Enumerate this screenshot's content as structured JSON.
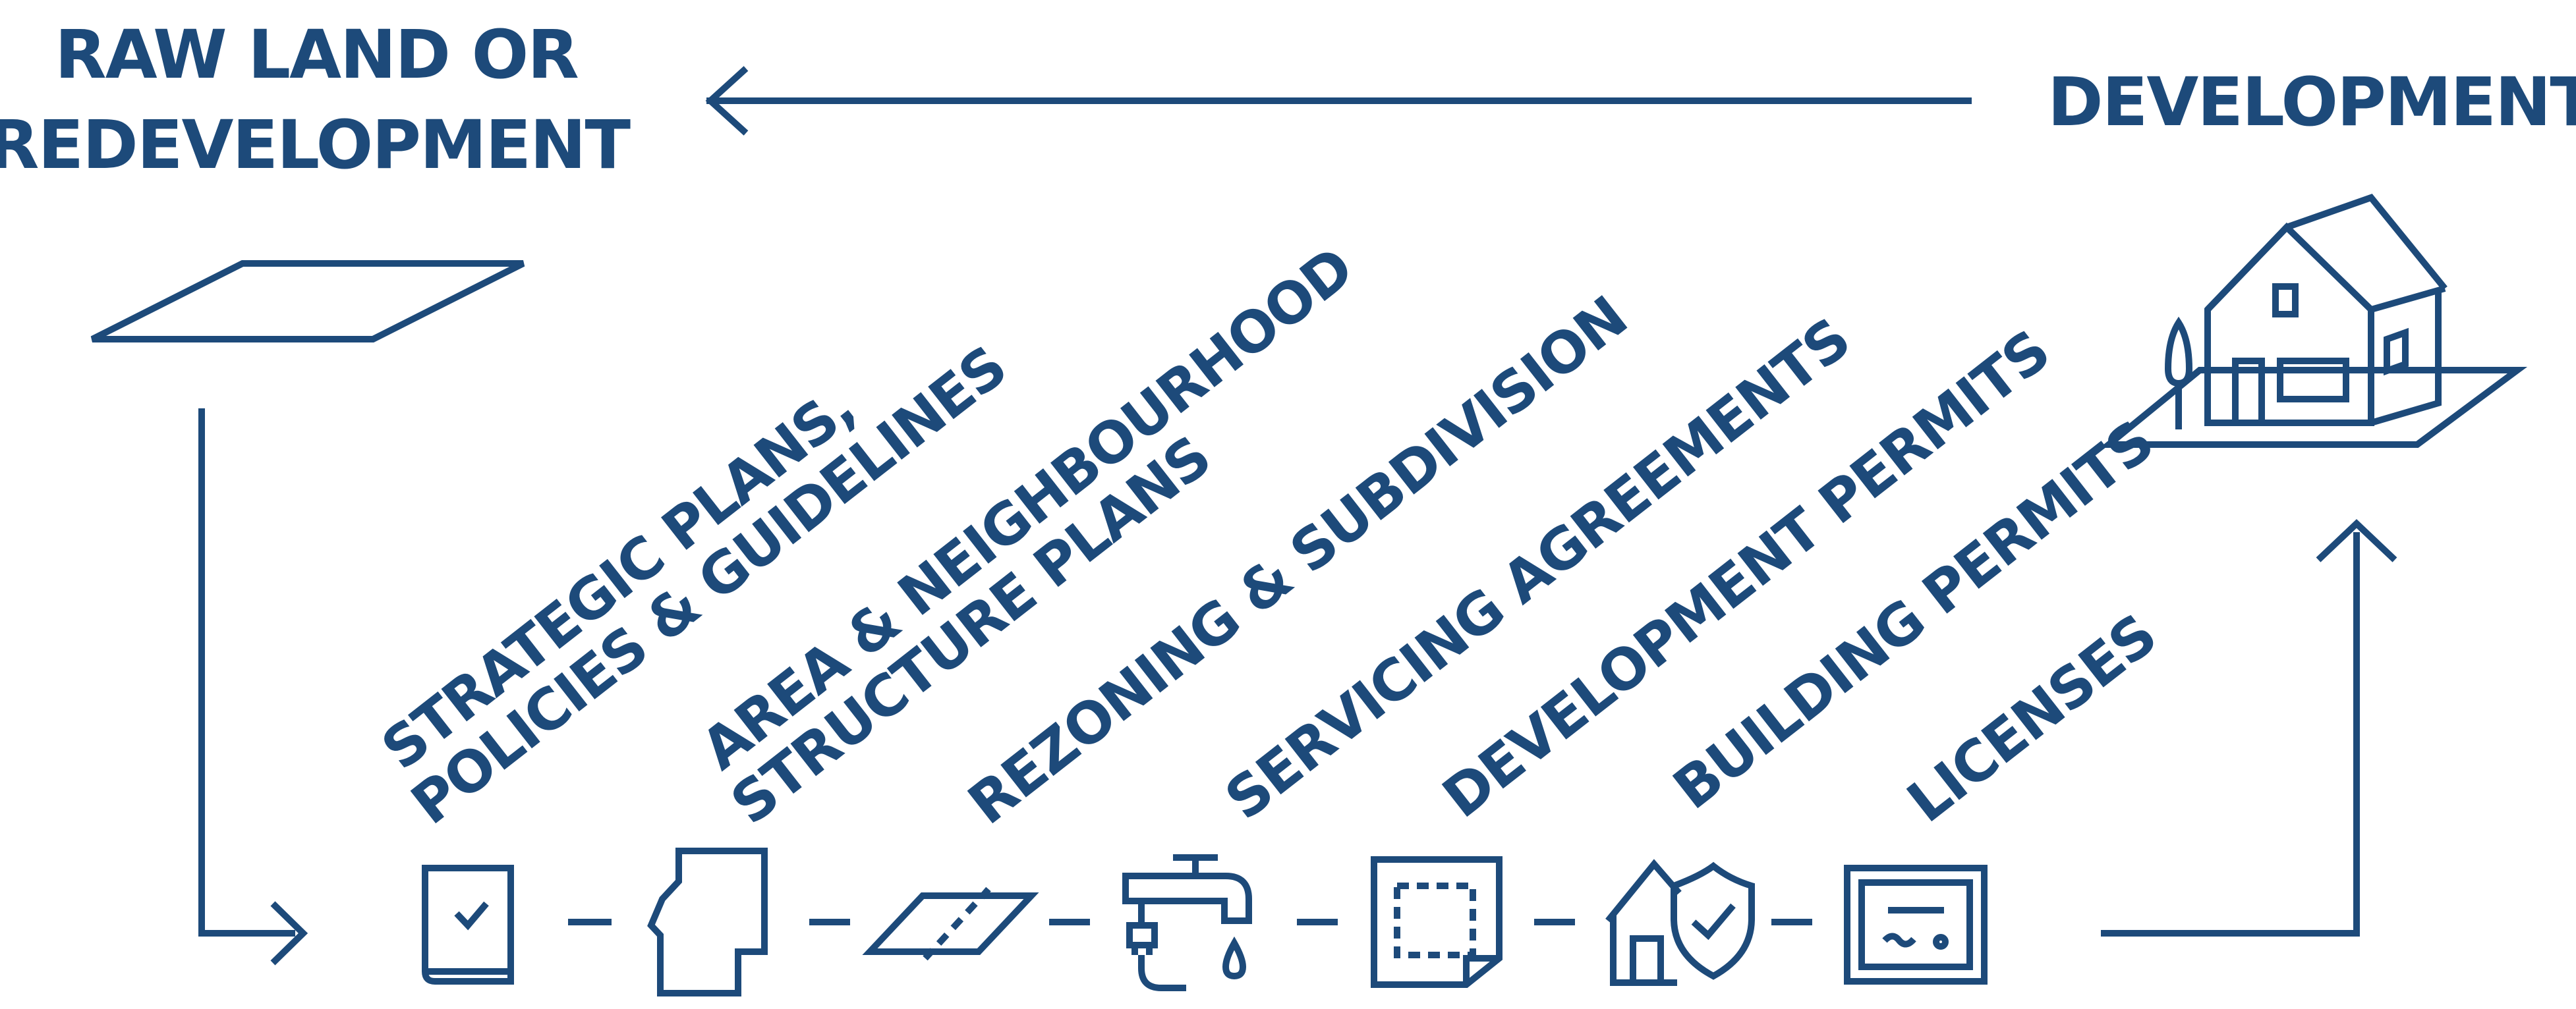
{
  "headings": {
    "start_line1": "RAW LAND OR",
    "start_line2": "REDEVELOPMENT",
    "end": "DEVELOPMENT"
  },
  "steps": [
    {
      "line1": "STRATEGIC PLANS,",
      "line2": "POLICIES & GUIDELINES",
      "icon": "policy-book-icon"
    },
    {
      "line1": "AREA & NEIGHBOURHOOD",
      "line2": "STRUCTURE PLANS",
      "icon": "neighbourhood-map-icon"
    },
    {
      "line1": "REZONING & SUBDIVISION",
      "line2": "",
      "icon": "subdivided-parcel-icon"
    },
    {
      "line1": "SERVICING AGREEMENTS",
      "line2": "",
      "icon": "water-tap-icon"
    },
    {
      "line1": "DEVELOPMENT PERMITS",
      "line2": "",
      "icon": "site-plan-icon"
    },
    {
      "line1": "BUILDING PERMITS",
      "line2": "",
      "icon": "house-shield-icon"
    },
    {
      "line1": "LICENSES",
      "line2": "",
      "icon": "certificate-icon"
    }
  ],
  "colors": {
    "primary": "#1d4a7a",
    "background": "#ffffff"
  }
}
